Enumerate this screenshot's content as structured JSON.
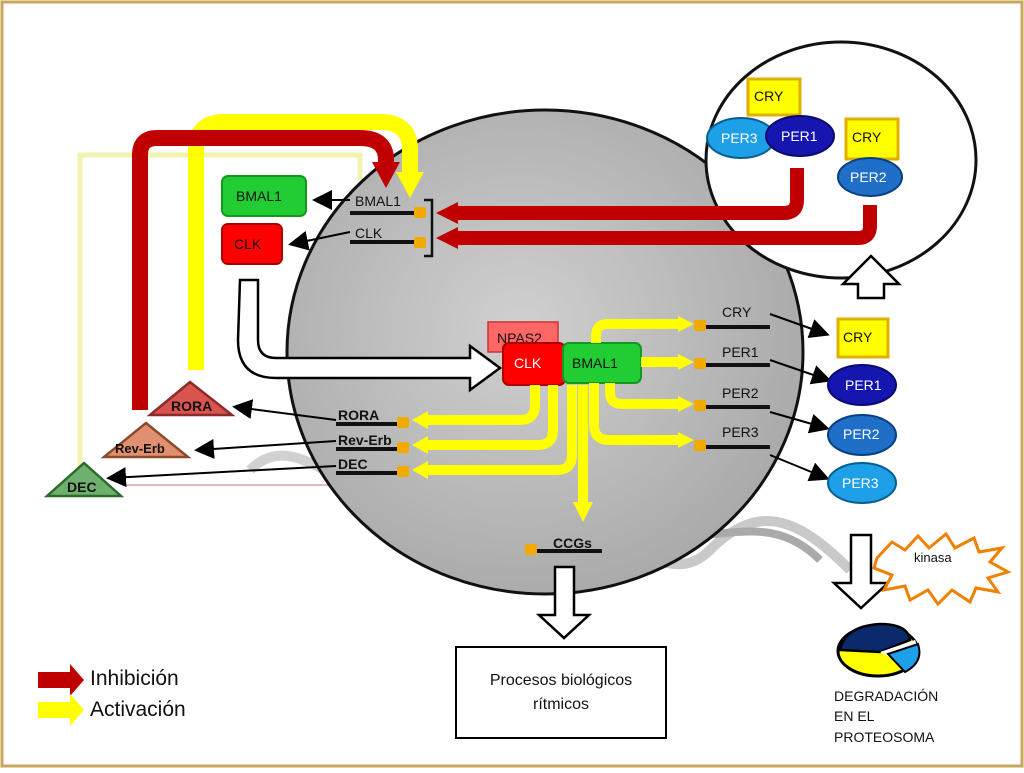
{
  "diagram": {
    "nucleus": {
      "genes_top": [
        "BMAL1",
        "CLK"
      ],
      "gene_products_top": [
        "BMAL1",
        "CLK"
      ],
      "complex": {
        "npas": "NPAS2",
        "clk": "CLK",
        "bmal": "BMAL1"
      },
      "target_genes_right": [
        "CRY",
        "PER1",
        "PER2",
        "PER3"
      ],
      "target_genes_left": [
        "RORA",
        "Rev-Erb",
        "DEC"
      ],
      "ccg": "CCGs"
    },
    "cytoplasm_proteins": {
      "cry": "CRY",
      "per1": "PER1",
      "per2": "PER2",
      "per3": "PER3"
    },
    "triangles": {
      "rora": "RORA",
      "reverb": "Rev-Erb",
      "dec": "DEC"
    },
    "top_circle": {
      "cry1": "CRY",
      "per3": "PER3",
      "per1": "PER1",
      "cry2": "CRY",
      "per2": "PER2"
    },
    "kinase": "kinasa",
    "proteasome_label": [
      "DEGRADACIÓN",
      "EN EL",
      "PROTEOSOMA"
    ],
    "output_box": [
      "Procesos biológicos",
      "rítmicos"
    ],
    "legend": {
      "inhibition": "Inhibición",
      "activation": "Activación"
    },
    "colors": {
      "inhibition": "#c00000",
      "activation": "#ffff00",
      "clk_red": "#ff0000",
      "bmal_green": "#22cc33",
      "per_blue": "#1f6fc8",
      "per1_navy": "#1515b0",
      "frame": "#c9a75a"
    }
  }
}
